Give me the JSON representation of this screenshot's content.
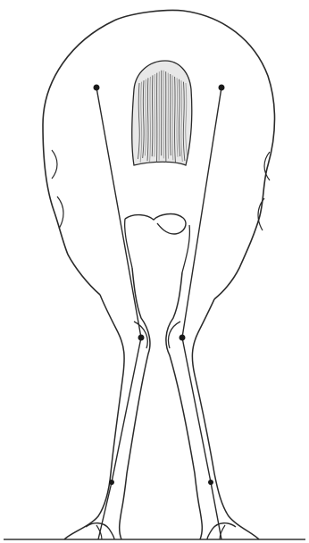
{
  "diagram": {
    "subject": "horse-hindquarters-rear-view",
    "stance": "cow-hocked",
    "colors": {
      "background": "#ffffff",
      "outline": "#2a2a2a",
      "tail_dark": "#555555",
      "tail_light": "#9a9a9a",
      "ground": "#333333"
    },
    "icons": {
      "point_of_buttock": "dot-marker",
      "hock_point": "dot-marker",
      "fetlock_point": "dot-marker"
    }
  }
}
